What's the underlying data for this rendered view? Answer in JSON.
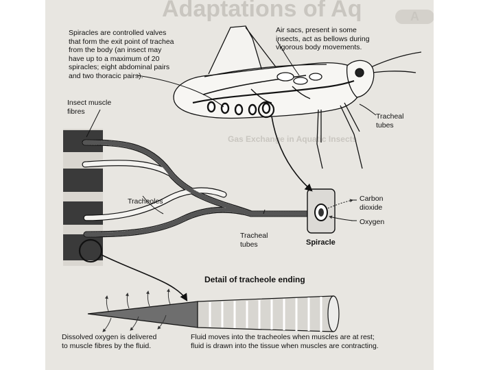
{
  "background_text": {
    "title_fragment": "Adaptations of Aq",
    "badge": "A",
    "section_heading": "Gas Exchange in Aquatic Insects"
  },
  "labels": {
    "spiracles_note": [
      "Spiracles are controlled valves",
      "that form the exit point of trachea",
      "from the body (an insect may",
      "have up to a maximum of 20",
      "spiracles; eight abdominal pairs",
      "and two thoracic pairs)."
    ],
    "air_sacs_note": [
      "Air sacs, present in some",
      "insects, act as bellows during",
      "vigorous body movements."
    ],
    "insect_muscle_fibres": [
      "Insect muscle",
      "fibres"
    ],
    "tracheal_tubes_upper": [
      "Tracheal",
      "tubes"
    ],
    "tracheoles": "Tracheoles",
    "tracheal_tubes_lower": [
      "Tracheal",
      "tubes"
    ],
    "spiracle": "Spiracle",
    "carbon_dioxide": [
      "Carbon",
      "dioxide"
    ],
    "oxygen": "Oxygen",
    "detail_title": "Detail of tracheole ending",
    "dissolved_oxygen_note": [
      "Dissolved oxygen is delivered",
      "to muscle fibres by the fluid."
    ],
    "fluid_note": [
      "Fluid moves into the tracheoles when muscles are at rest;",
      "fluid is drawn into the tissue when muscles are contracting."
    ]
  },
  "colors": {
    "page": "#e8e6e1",
    "ink": "#111111",
    "muscle_dark": "#3a3a3a",
    "muscle_light": "#d9d6d0",
    "fluid": "#6e6e6e"
  }
}
